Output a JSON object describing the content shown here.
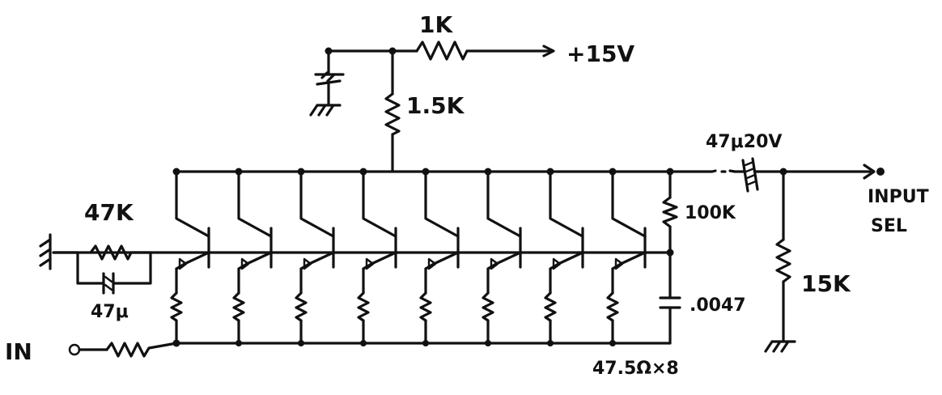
{
  "labels": {
    "r_1k": "1K",
    "supply": "+15V",
    "r_15k_top": "1.5K",
    "cap_out": "47μ20V",
    "r_100k": "100K",
    "output_line1": "INPUT",
    "output_line2": "SEL",
    "r_15k_out": "15K",
    "r_47k": "47K",
    "cap_in": "47μ",
    "input": "IN",
    "cap_small": ".0047",
    "emitter_res": "47.5Ω×8"
  },
  "stage_count": 8
}
